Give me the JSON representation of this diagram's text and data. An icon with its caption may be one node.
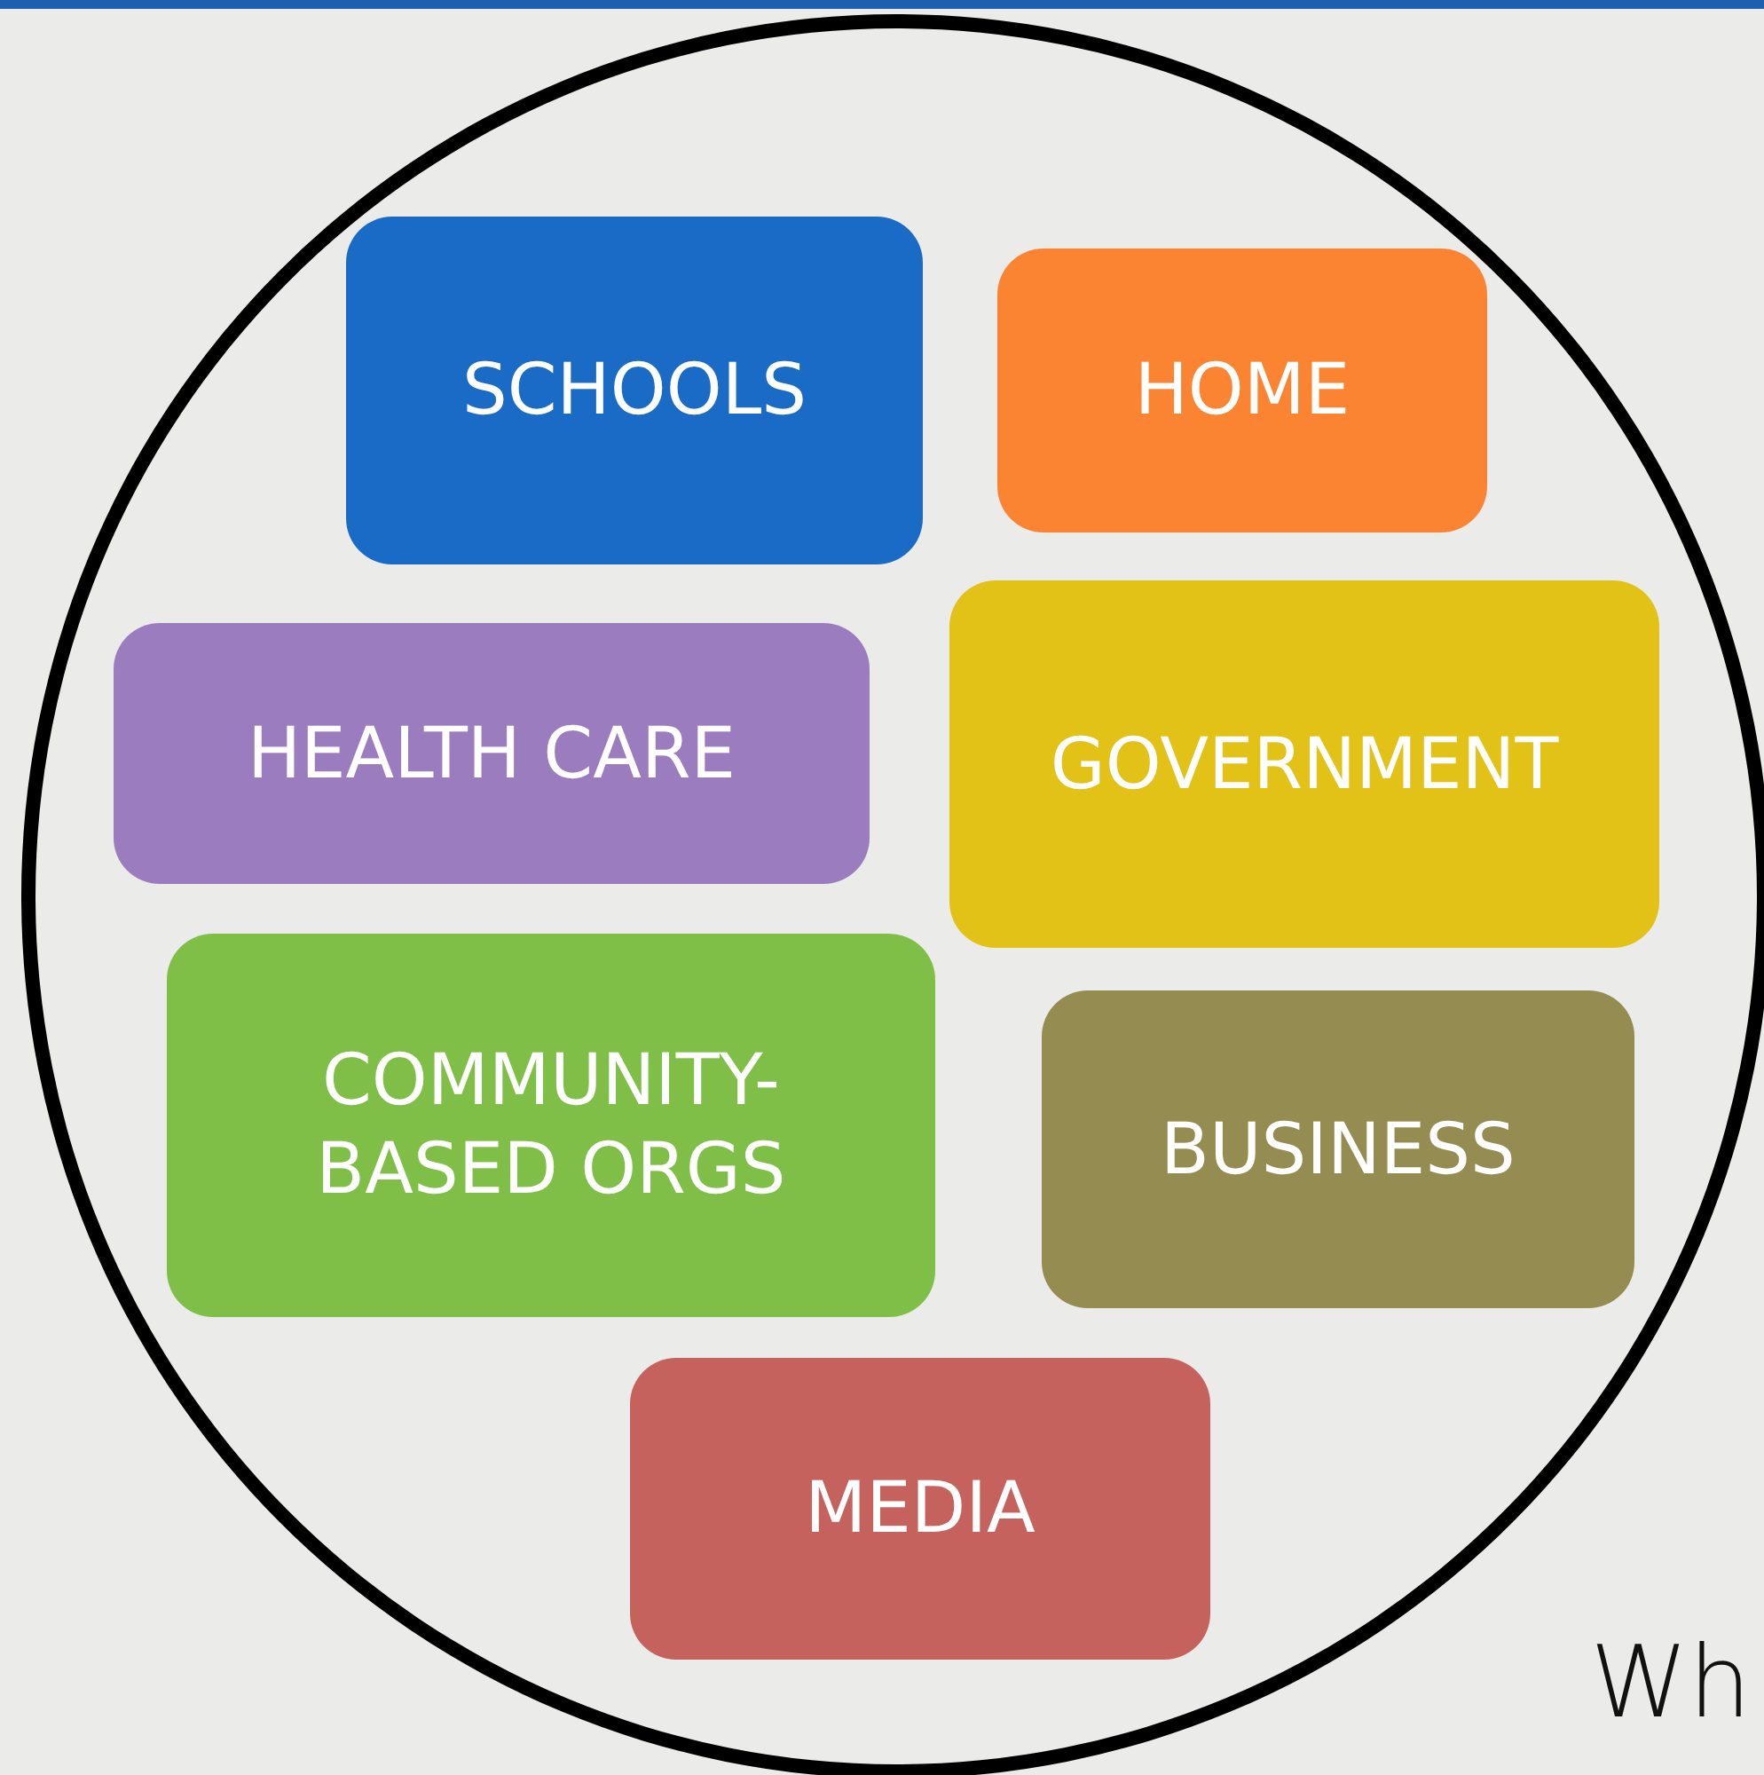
{
  "diagram": {
    "nodes": [
      {
        "text": [],
        "shape": "circle"
      },
      {
        "text": [
          "SCHOOLS"
        ],
        "in": 0
      },
      {
        "text": [
          "HOME"
        ],
        "in": 0
      },
      {
        "text": [
          "HEALTH CARE"
        ],
        "in": 0
      },
      {
        "text": [
          "GOVERNMENT"
        ],
        "in": 0
      },
      {
        "text": [
          "COMMUNITY- BASED ORGS"
        ],
        "in": 0
      },
      {
        "text": [
          "BUSINESS"
        ],
        "in": 0
      },
      {
        "text": [
          "MEDIA"
        ],
        "in": 0
      }
    ],
    "labels": [
      "Wh"
    ]
  }
}
